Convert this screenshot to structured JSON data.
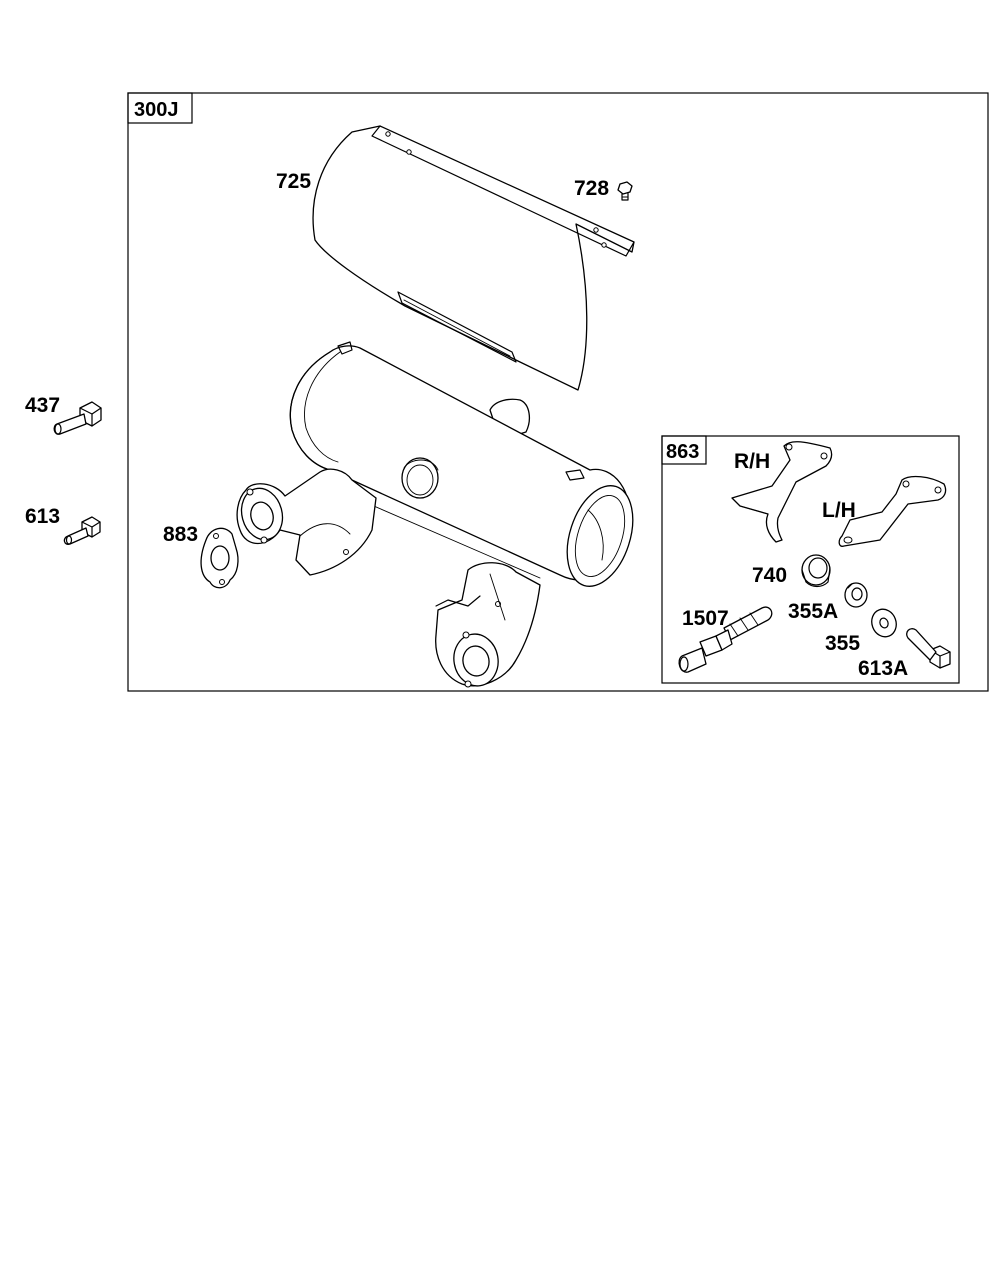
{
  "assembly": {
    "main_box_label": "300J",
    "sub_box_label": "863"
  },
  "callouts": {
    "p725": "725",
    "p728": "728",
    "p437": "437",
    "p613": "613",
    "p883": "883",
    "rh": "R/H",
    "lh": "L/H",
    "p740": "740",
    "p1507": "1507",
    "p355A": "355A",
    "p355": "355",
    "p613A": "613A"
  }
}
